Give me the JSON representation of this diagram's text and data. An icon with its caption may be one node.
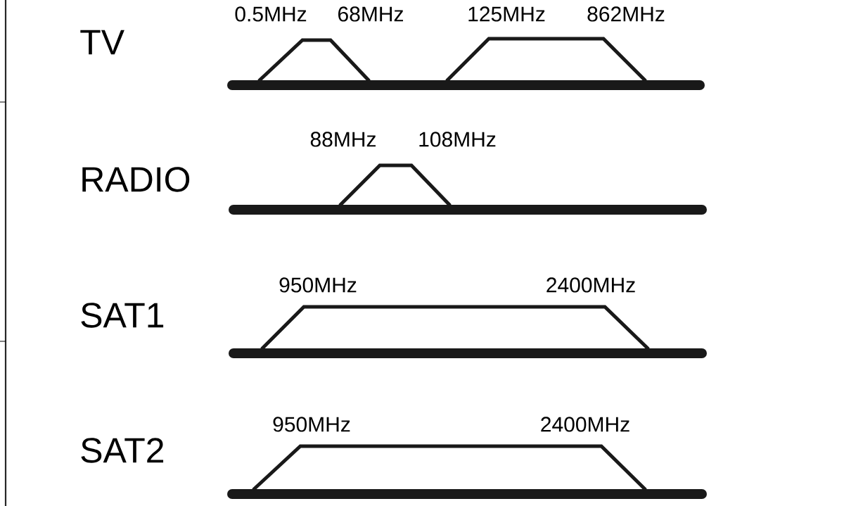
{
  "diagram": {
    "labels": [
      "TV",
      "0.5MHz",
      "68MHz",
      "125MHz",
      "862MHz",
      "RADIO",
      "88MHz",
      "108MHz",
      "SAT1",
      "950MHz",
      "2400MHz",
      "SAT2",
      "950MHz",
      "2400MHz"
    ]
  }
}
